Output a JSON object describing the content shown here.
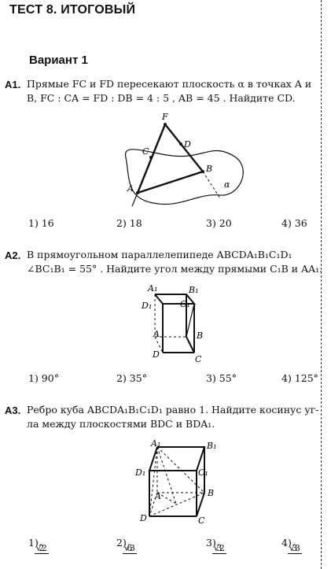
{
  "header": {
    "title": "ТЕСТ 8. ИТОГОВЫЙ",
    "variant": "Вариант 1"
  },
  "questions": [
    {
      "number": "А1.",
      "line1": "Прямые FC и FD пересекают плоскость α в точках A и",
      "line2": "B,  FC : CA = FD : DB = 4 : 5 ,  AB = 45 . Найдите CD.",
      "figure_labels": {
        "F": "F",
        "C": "C",
        "D": "D",
        "B": "B",
        "A": "A",
        "alpha": "α"
      },
      "answers": [
        "1) 16",
        "2) 18",
        "3) 20",
        "4) 36"
      ]
    },
    {
      "number": "А2.",
      "line1": "В   прямоугольном   параллелепипеде   ABCDA₁B₁C₁D₁",
      "line2": "∠BC₁B₁ = 55° . Найдите угол между прямыми C₁B и AA₁.",
      "figure_labels": {
        "A1": "A₁",
        "B1": "B₁",
        "D1": "D₁",
        "C1": "C₁",
        "A": "A",
        "B": "B",
        "D": "D",
        "C": "C"
      },
      "answers": [
        "1) 90°",
        "2) 35°",
        "3) 55°",
        "4) 125°"
      ]
    },
    {
      "number": "А3.",
      "line1": "Ребро куба ABCDA₁B₁C₁D₁ равно 1. Найдите косинус уг-",
      "line2": "ла между плоскостями BDC и BDA₁.",
      "figure_labels": {
        "A1": "A₁",
        "B1": "B₁",
        "D1": "D₁",
        "C1": "C₁",
        "A": "A",
        "B": "B",
        "D": "D",
        "C": "C"
      },
      "answers": [
        {
          "prefix": "1)",
          "num": "√2",
          "den": "2"
        },
        {
          "prefix": "2)",
          "num": "√3",
          "den": "6"
        },
        {
          "prefix": "3)",
          "num": "√2",
          "den": "3"
        },
        {
          "prefix": "4)",
          "num": "√3",
          "den": "3"
        }
      ]
    }
  ]
}
